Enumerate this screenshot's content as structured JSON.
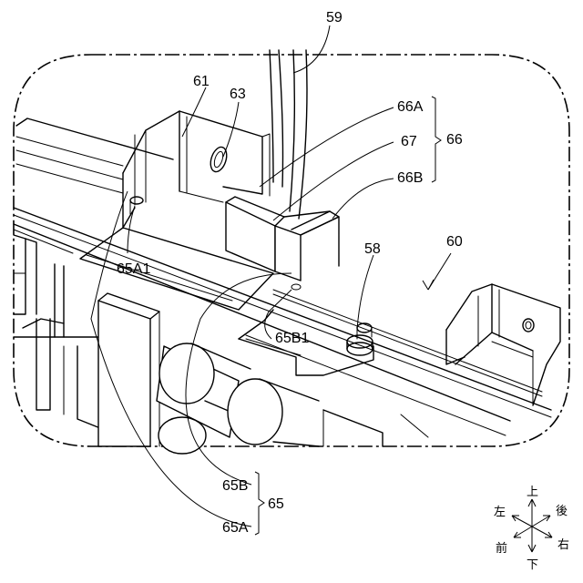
{
  "labels": {
    "l59": "59",
    "l61": "61",
    "l63": "63",
    "l66A": "66A",
    "l67": "67",
    "l66": "66",
    "l66B": "66B",
    "l60": "60",
    "l58": "58",
    "l65A1": "65A1",
    "l65B1": "65B1",
    "l65B": "65B",
    "l65": "65",
    "l65A": "65A"
  },
  "directions": {
    "up": "上",
    "down": "下",
    "left": "左",
    "right": "右",
    "front": "前",
    "rear": "後"
  }
}
